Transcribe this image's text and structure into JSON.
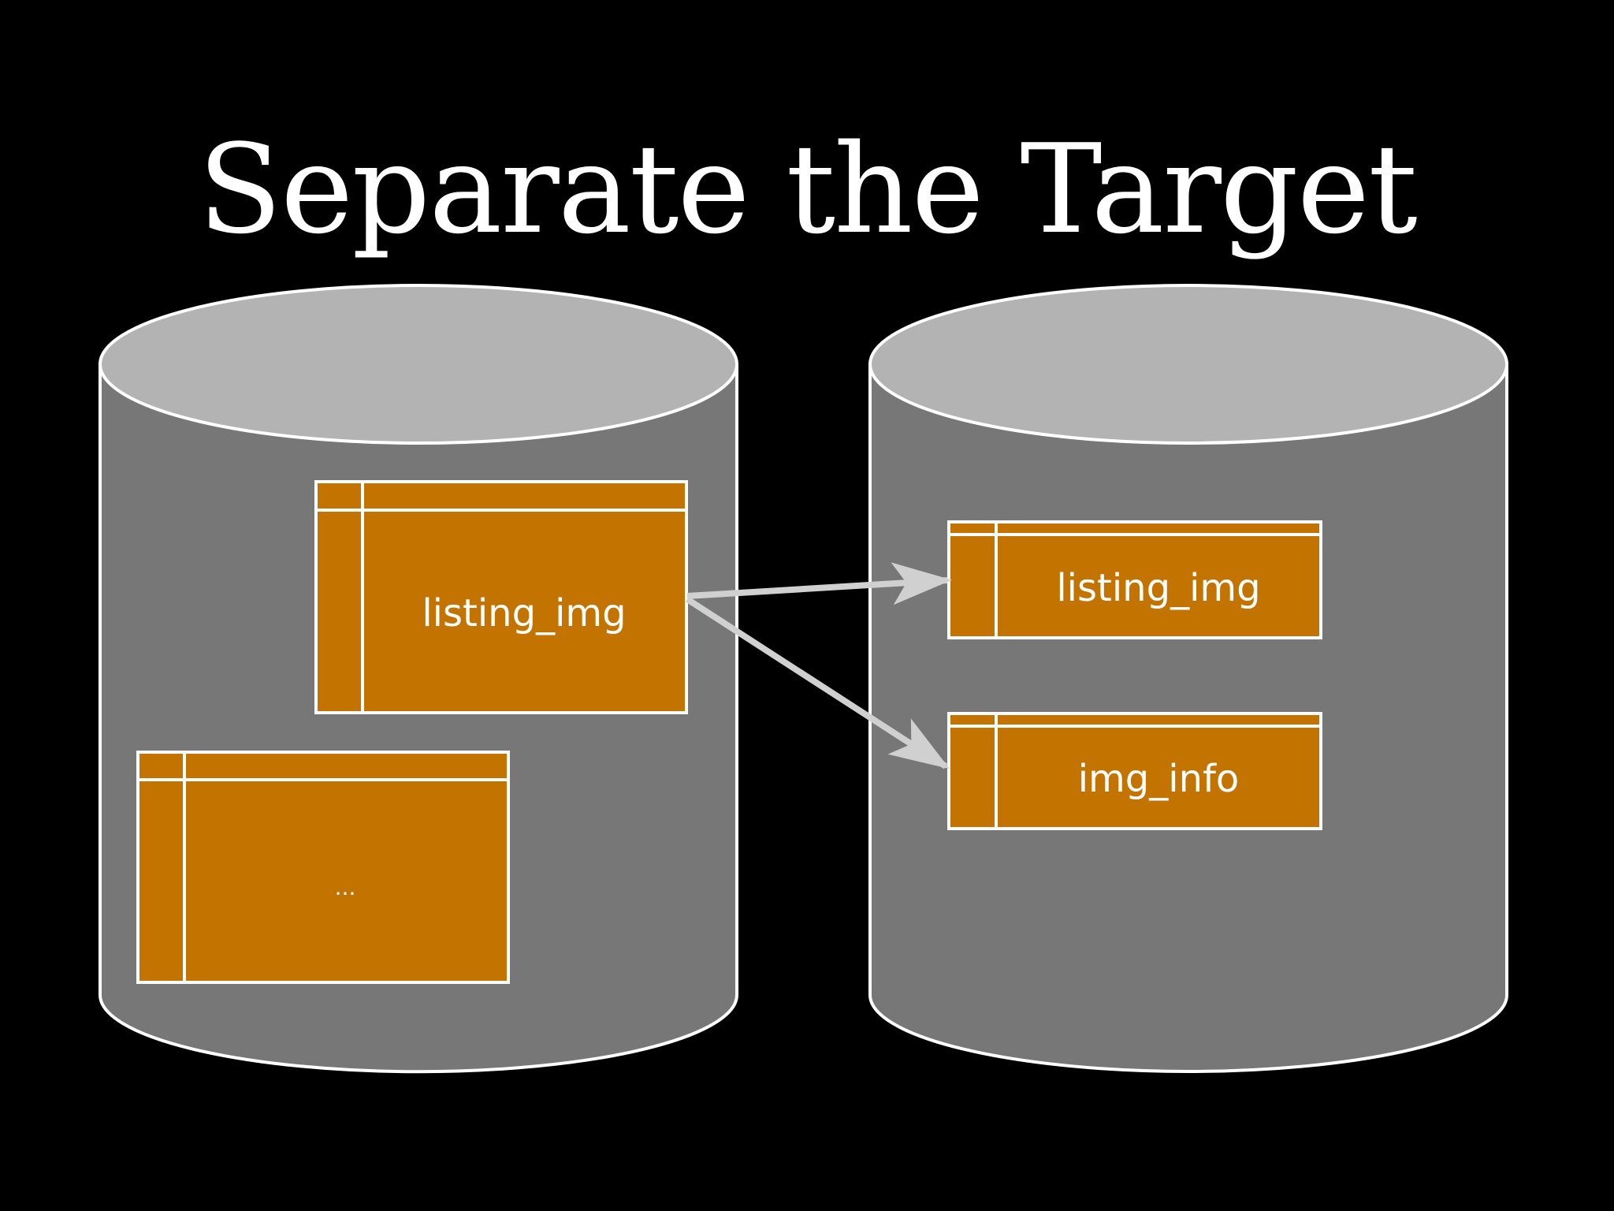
{
  "title": "Separate the Target",
  "colors": {
    "background": "#000000",
    "cylinder_body": "#787778",
    "cylinder_top": "#b3b3b3",
    "outline": "#ffffff",
    "table_fill": "#c37300",
    "arrow": "#d0d0d0"
  },
  "left_database": {
    "tables": [
      {
        "label": "listing_img"
      },
      {
        "label": "..."
      }
    ]
  },
  "right_database": {
    "tables": [
      {
        "label": "listing_img"
      },
      {
        "label": "img_info"
      }
    ]
  },
  "arrows": [
    {
      "from": "listing_img",
      "to": "listing_img"
    },
    {
      "from": "listing_img",
      "to": "img_info"
    }
  ]
}
